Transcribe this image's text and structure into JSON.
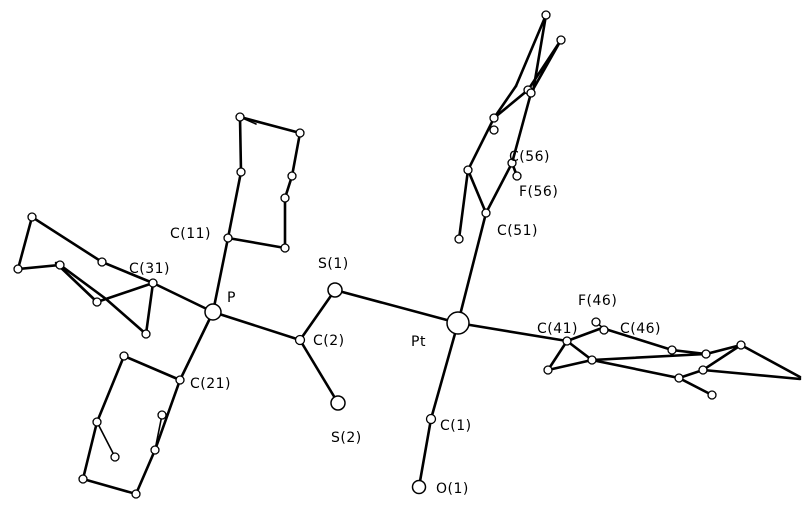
{
  "labels": {
    "C11": "C(11)",
    "C31": "C(31)",
    "P": "P",
    "C21": "C(21)",
    "S1": "S(1)",
    "C2": "C(2)",
    "S2": "S(2)",
    "Pt": "Pt",
    "C1": "C(1)",
    "O1": "O(1)",
    "C56": "C(56)",
    "F56": "F(56)",
    "C51": "C(51)",
    "F46": "F(46)",
    "C41": "C(41)",
    "C46": "C(46)"
  }
}
